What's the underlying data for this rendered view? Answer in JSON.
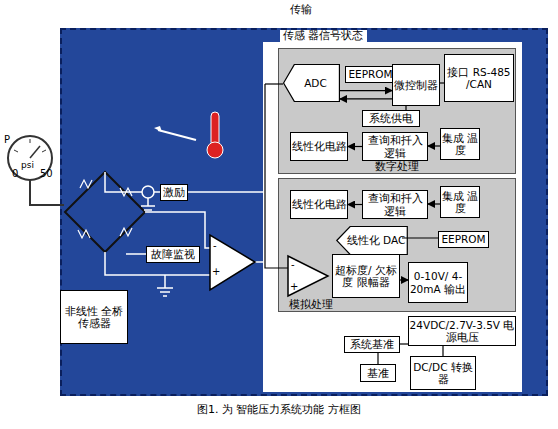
{
  "diagram": {
    "title": "传输",
    "caption": "图1. 为 智能压力系统功能 方框图",
    "nodes": [
      {
        "text": [
          "传感 器信号状态"
        ]
      },
      {
        "text": [
          "数字处理"
        ],
        "in": 0
      },
      {
        "text": [
          "ADC"
        ],
        "in": 1
      },
      {
        "text": [
          "EEPROM"
        ],
        "in": 1
      },
      {
        "text": [
          "微控制器"
        ],
        "in": 1
      },
      {
        "text": [
          "接口 RS-485 /CAN"
        ],
        "in": 1
      },
      {
        "text": [
          "系统供电"
        ],
        "in": 1
      },
      {
        "text": [
          "线性化电路"
        ],
        "in": 1
      },
      {
        "text": [
          "查询和扦入逻辑"
        ],
        "in": 1
      },
      {
        "text": [
          "集成 温度"
        ],
        "in": 1
      },
      {
        "text": [
          "模拟处理"
        ],
        "in": 0
      },
      {
        "text": [
          "线性化电路"
        ],
        "in": 10
      },
      {
        "text": [
          "查询和扦入逻辑"
        ],
        "in": 10
      },
      {
        "text": [
          "集成 温度"
        ],
        "in": 10
      },
      {
        "text": [
          "EEPROM"
        ],
        "in": 10
      },
      {
        "text": [
          "线性化 DAC"
        ],
        "in": 10
      },
      {
        "text": [
          "超标度/ 欠标度 限幅器"
        ],
        "in": 10
      },
      {
        "text": [
          "0-10V/ 4-20mA 输出"
        ],
        "in": 10
      },
      {
        "text": [
          "24VDC/2.7V-3.5V 电源电压"
        ],
        "in": 0
      },
      {
        "text": [
          "系统基准"
        ],
        "in": 0
      },
      {
        "text": [
          "基准"
        ],
        "in": 0
      },
      {
        "text": [
          "DC/DC 转换器"
        ],
        "in": 0
      },
      {
        "text": [
          "激励"
        ],
        "in": 0
      },
      {
        "text": [
          "故障监视"
        ],
        "in": 0
      },
      {
        "text": [
          "非线性 全桥 传感器"
        ],
        "in": 0
      }
    ],
    "edges": [
      {
        "from": 2,
        "to": 4,
        "arrow": "to"
      },
      {
        "from": 4,
        "to": 2,
        "arrow": "to"
      },
      {
        "from": 4,
        "to": 5,
        "arrow": "none"
      },
      {
        "from": 4,
        "to": 6,
        "arrow": "none"
      },
      {
        "from": 8,
        "to": 7,
        "arrow": "to"
      },
      {
        "from": 9,
        "to": 8,
        "arrow": "to"
      },
      {
        "from": 12,
        "to": 11,
        "arrow": "to"
      },
      {
        "from": 13,
        "to": 12,
        "arrow": "to"
      },
      {
        "from": 16,
        "to": 17,
        "arrow": "to"
      },
      {
        "from": 20,
        "to": 19,
        "arrow": "none"
      },
      {
        "from": 21,
        "to": 18,
        "arrow": "none"
      }
    ],
    "labels": [
      "P",
      "psi",
      "0",
      "50",
      "-",
      "+",
      "-",
      "+"
    ]
  }
}
